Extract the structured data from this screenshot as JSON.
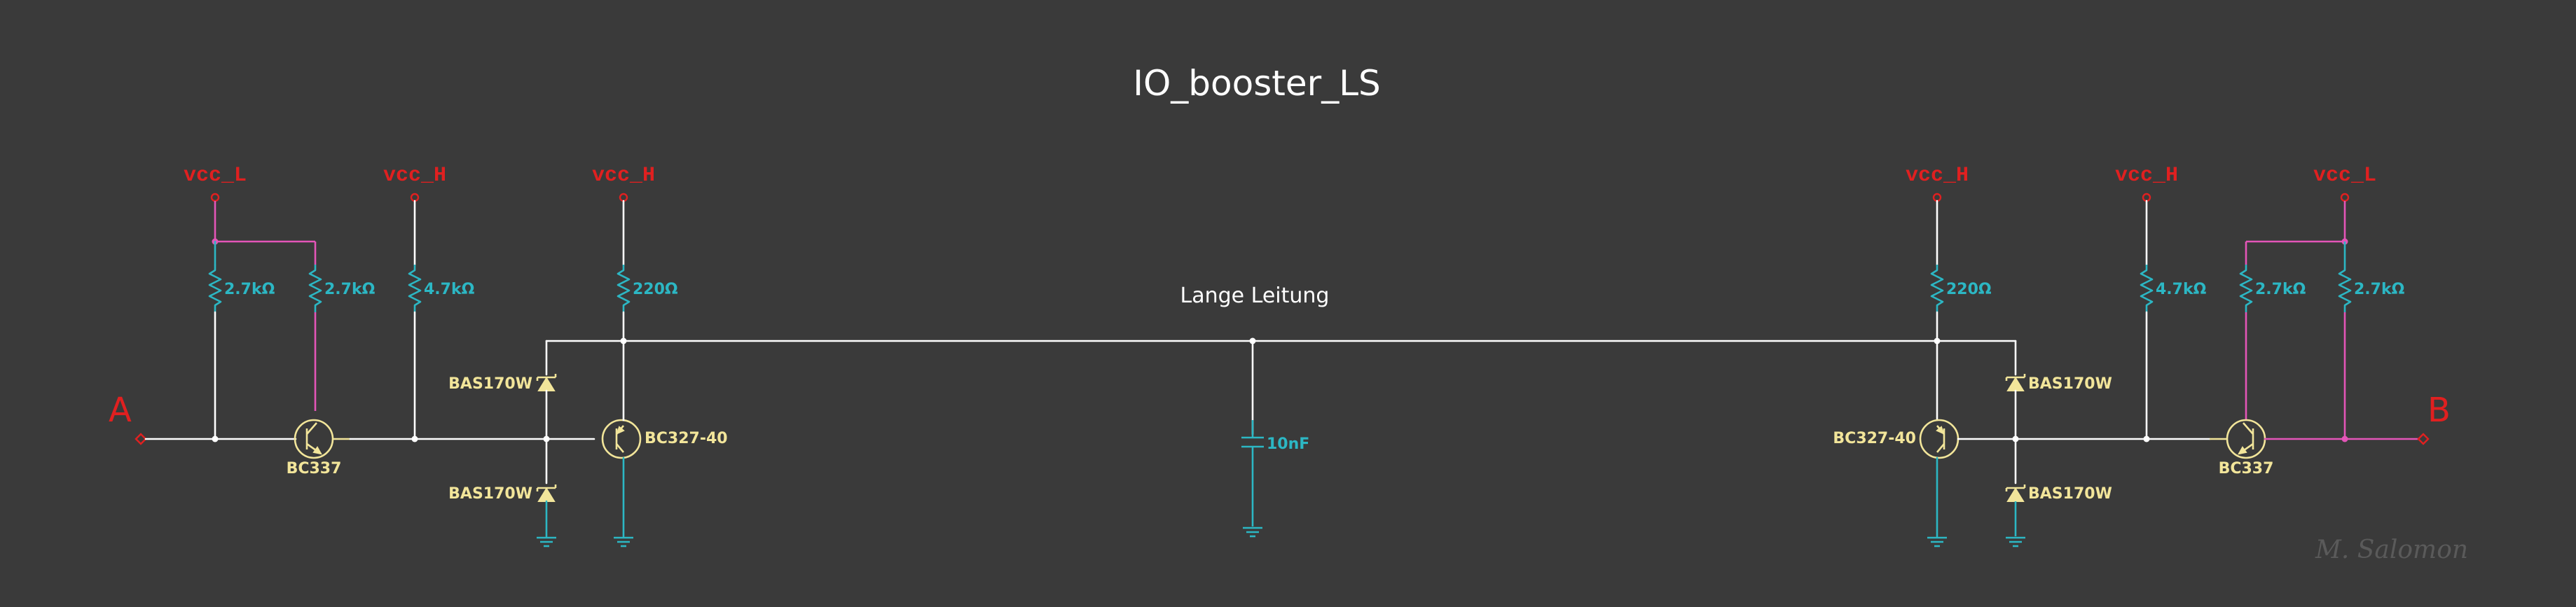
{
  "title": "IO_booster_LS",
  "wire_label": "Lange Leitung",
  "ports": {
    "a": "A",
    "b": "B"
  },
  "nets": {
    "vcc_l": "vcc_L",
    "vcc_h": "vcc_H"
  },
  "left": {
    "r1": "2.7kΩ",
    "r2": "2.7kΩ",
    "r3": "4.7kΩ",
    "r4": "220Ω",
    "npn": "BC337",
    "pnp": "BC327-40",
    "diode_top": "BAS170W",
    "diode_bottom": "BAS170W"
  },
  "right": {
    "r1": "220Ω",
    "r2": "4.7kΩ",
    "r3": "2.7kΩ",
    "r4": "2.7kΩ",
    "npn": "BC337",
    "pnp": "BC327-40",
    "diode_top": "BAS170W",
    "diode_bottom": "BAS170W"
  },
  "cap": "10nF",
  "signature": "M. Salomon"
}
